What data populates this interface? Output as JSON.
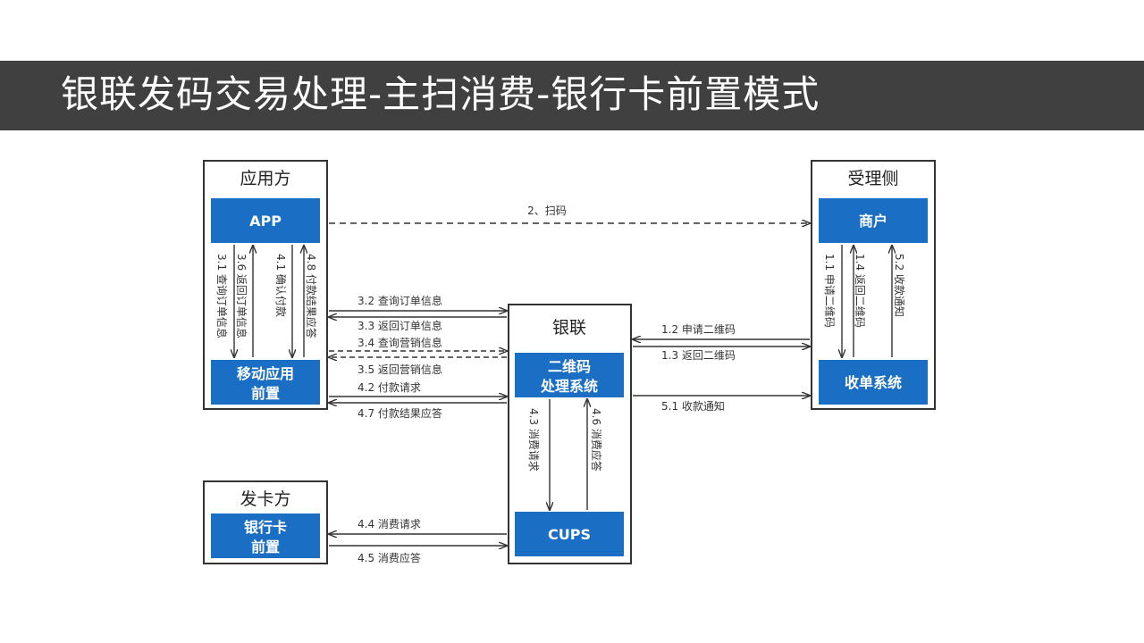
{
  "page": {
    "title": "银联发码交易处理-主扫消费-银行卡前置模式"
  },
  "groups": {
    "app_side": "应用方",
    "acquirer_side": "受理侧",
    "unionpay": "银联",
    "issuer": "发卡方"
  },
  "boxes": {
    "app": "APP",
    "mobile_front_1": "移动应用",
    "mobile_front_2": "前置",
    "merchant": "商户",
    "acquiring_system": "收单系统",
    "qr_system_1": "二维码",
    "qr_system_2": "处理系统",
    "cups": "CUPS",
    "bank_card_front_1": "银行卡",
    "bank_card_front_2": "前置"
  },
  "flows": {
    "f2": "2、扫码",
    "f11": "1.1 申请二维码",
    "f14": "1.4 返回二维码",
    "f52": "5.2 收款通知",
    "f12": "1.2 申请二维码",
    "f13": "1.3 返回二维码",
    "f51": "5.1 收款通知",
    "f31": "3.1 查询订单信息",
    "f36": "3.6 返回订单信息",
    "f41": "4.1 确认付款",
    "f48": "4.8 付款结果应答",
    "f32": "3.2 查询订单信息",
    "f33": "3.3 返回订单信息",
    "f34": "3.4 查询营销信息",
    "f35": "3.5 返回营销信息",
    "f42": "4.2 付款请求",
    "f47": "4.7 付款结果应答",
    "f43": "4.3 消费请求",
    "f46": "4.6 消费应答",
    "f44": "4.4 消费请求",
    "f45": "4.5 消费应答"
  },
  "colors": {
    "box_blue": "#1a6fc4",
    "title_bar": "#404040",
    "line": "#333333"
  }
}
